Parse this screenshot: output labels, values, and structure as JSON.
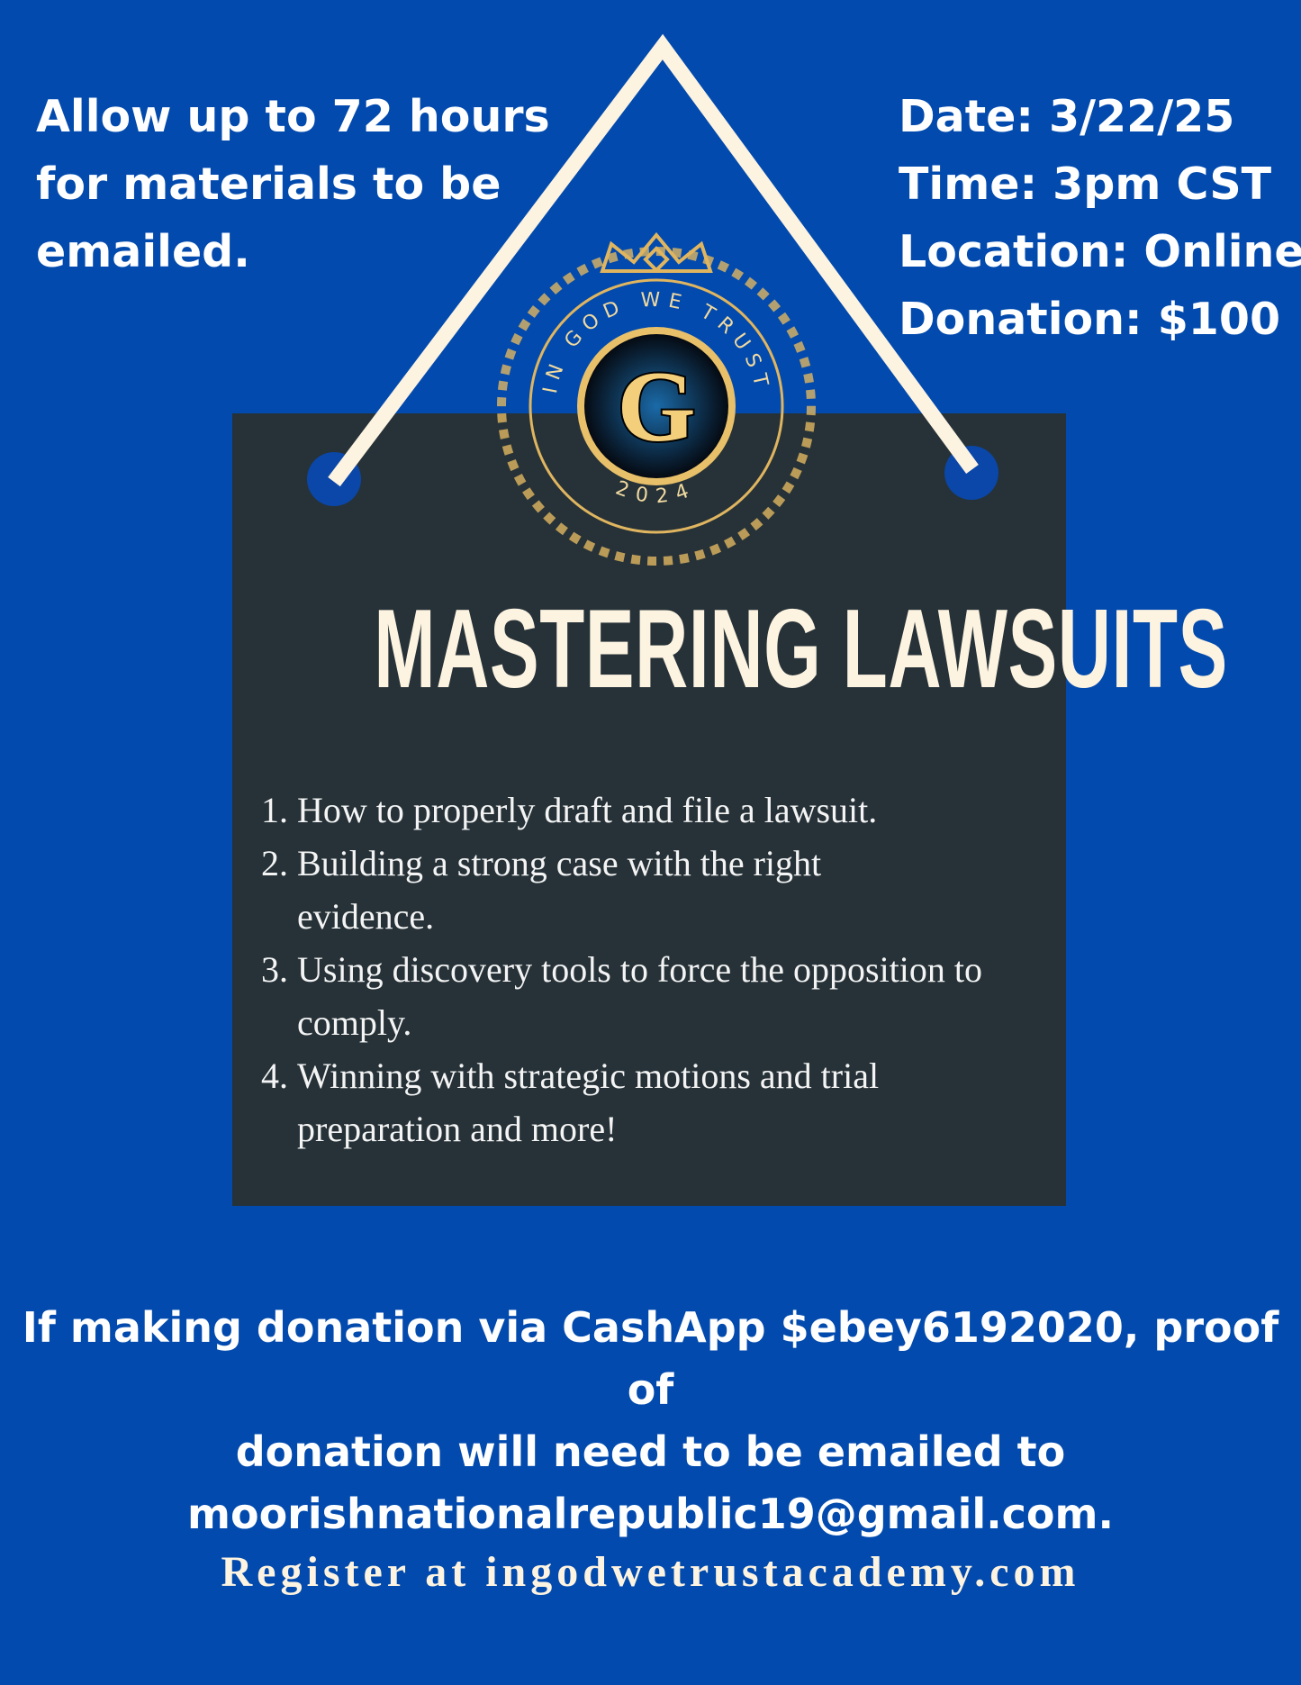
{
  "info_left": {
    "lines": [
      "Allow up to 72 hours",
      "for materials to be",
      "emailed."
    ]
  },
  "info_right": {
    "date": "Date: 3/22/25",
    "time": "Time: 3pm CST",
    "location": "Location: Online",
    "donation": "Donation: $100"
  },
  "logo": {
    "letter": "G",
    "arc_text": "IN GOD WE TRUST",
    "year": "2024"
  },
  "title": "MASTERING LAWSUITS",
  "topics": [
    {
      "num": "1.",
      "text": "How to properly draft and file a lawsuit."
    },
    {
      "num": "2.",
      "text": "Building a strong case with the right evidence."
    },
    {
      "num": "3.",
      "text": "Using discovery tools to force the opposition to comply."
    },
    {
      "num": "4.",
      "text": "Winning with strategic motions and trial preparation and more!"
    }
  ],
  "donation_note": {
    "lines": [
      "If making donation via CashApp $ebey6192020, proof of",
      "donation will need to be emailed to",
      "moorishnationalrepublic19@gmail.com."
    ]
  },
  "register": "Register at ingodwetrustacademy.com",
  "colors": {
    "background": "#024aad",
    "sign": "#263238",
    "cream": "#fdf3e1",
    "gold": "#e8c06a"
  }
}
